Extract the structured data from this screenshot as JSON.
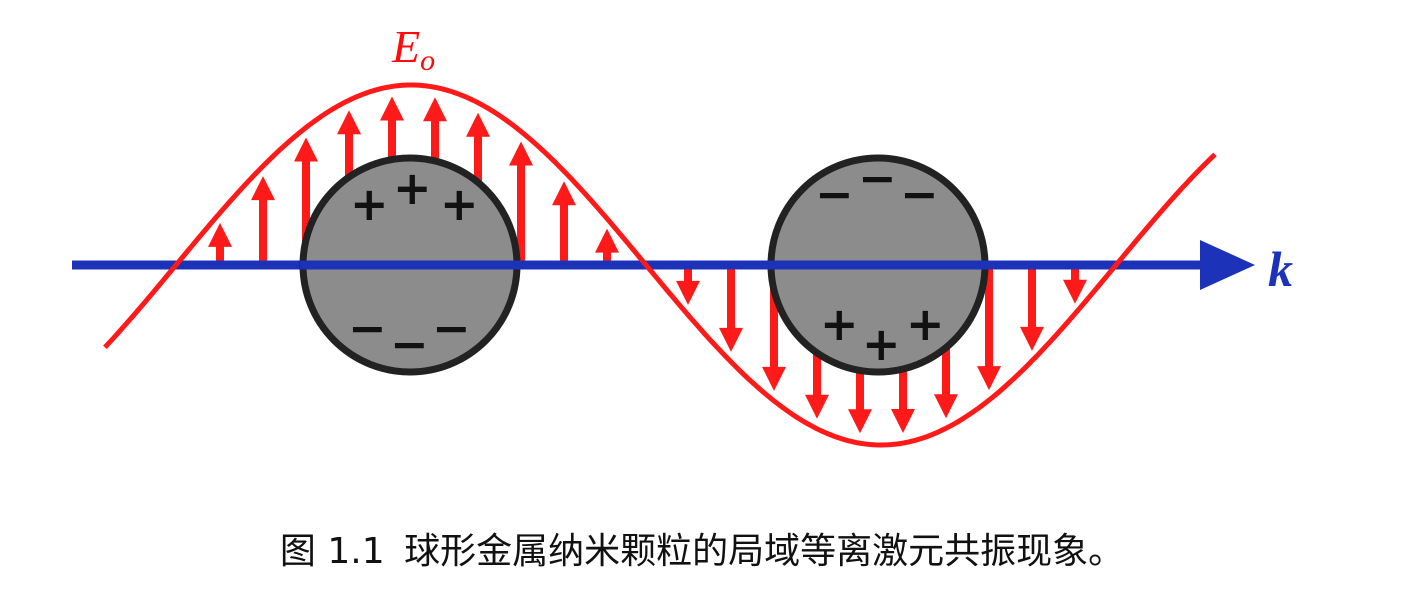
{
  "labels": {
    "field": "E",
    "field_sub": "o",
    "wave_vector": "k"
  },
  "charges": {
    "positive": "+",
    "negative": "−"
  },
  "caption": {
    "figure": "图 1.1",
    "text": "球形金属纳米颗粒的局域等离激元共振现象。"
  },
  "colors": {
    "wave": "#ff1a1a",
    "axis": "#1c32b8",
    "particle_fill": "#8c8c8c",
    "particle_edge": "#222222"
  }
}
